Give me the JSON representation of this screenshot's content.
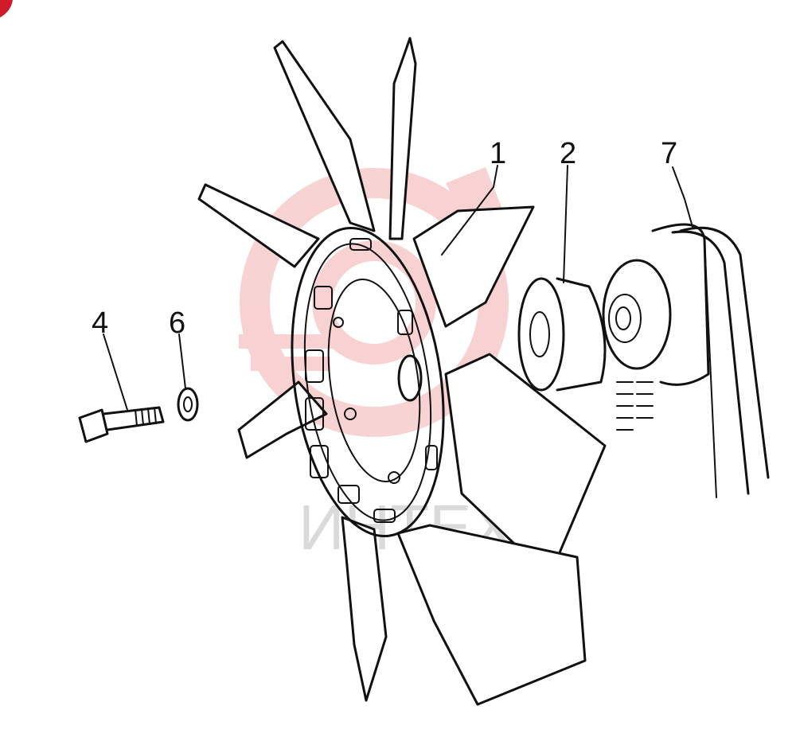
{
  "diagram": {
    "callouts": [
      {
        "id": "1",
        "label": "1"
      },
      {
        "id": "2",
        "label": "2"
      },
      {
        "id": "7",
        "label": "7"
      },
      {
        "id": "4",
        "label": "4"
      },
      {
        "id": "6",
        "label": "6"
      }
    ],
    "watermark": {
      "text": "ИНТЕХ",
      "color": "#e0353b"
    },
    "colors": {
      "line": "#111111",
      "background": "#ffffff",
      "corner_mark": "#d01c2a"
    }
  }
}
